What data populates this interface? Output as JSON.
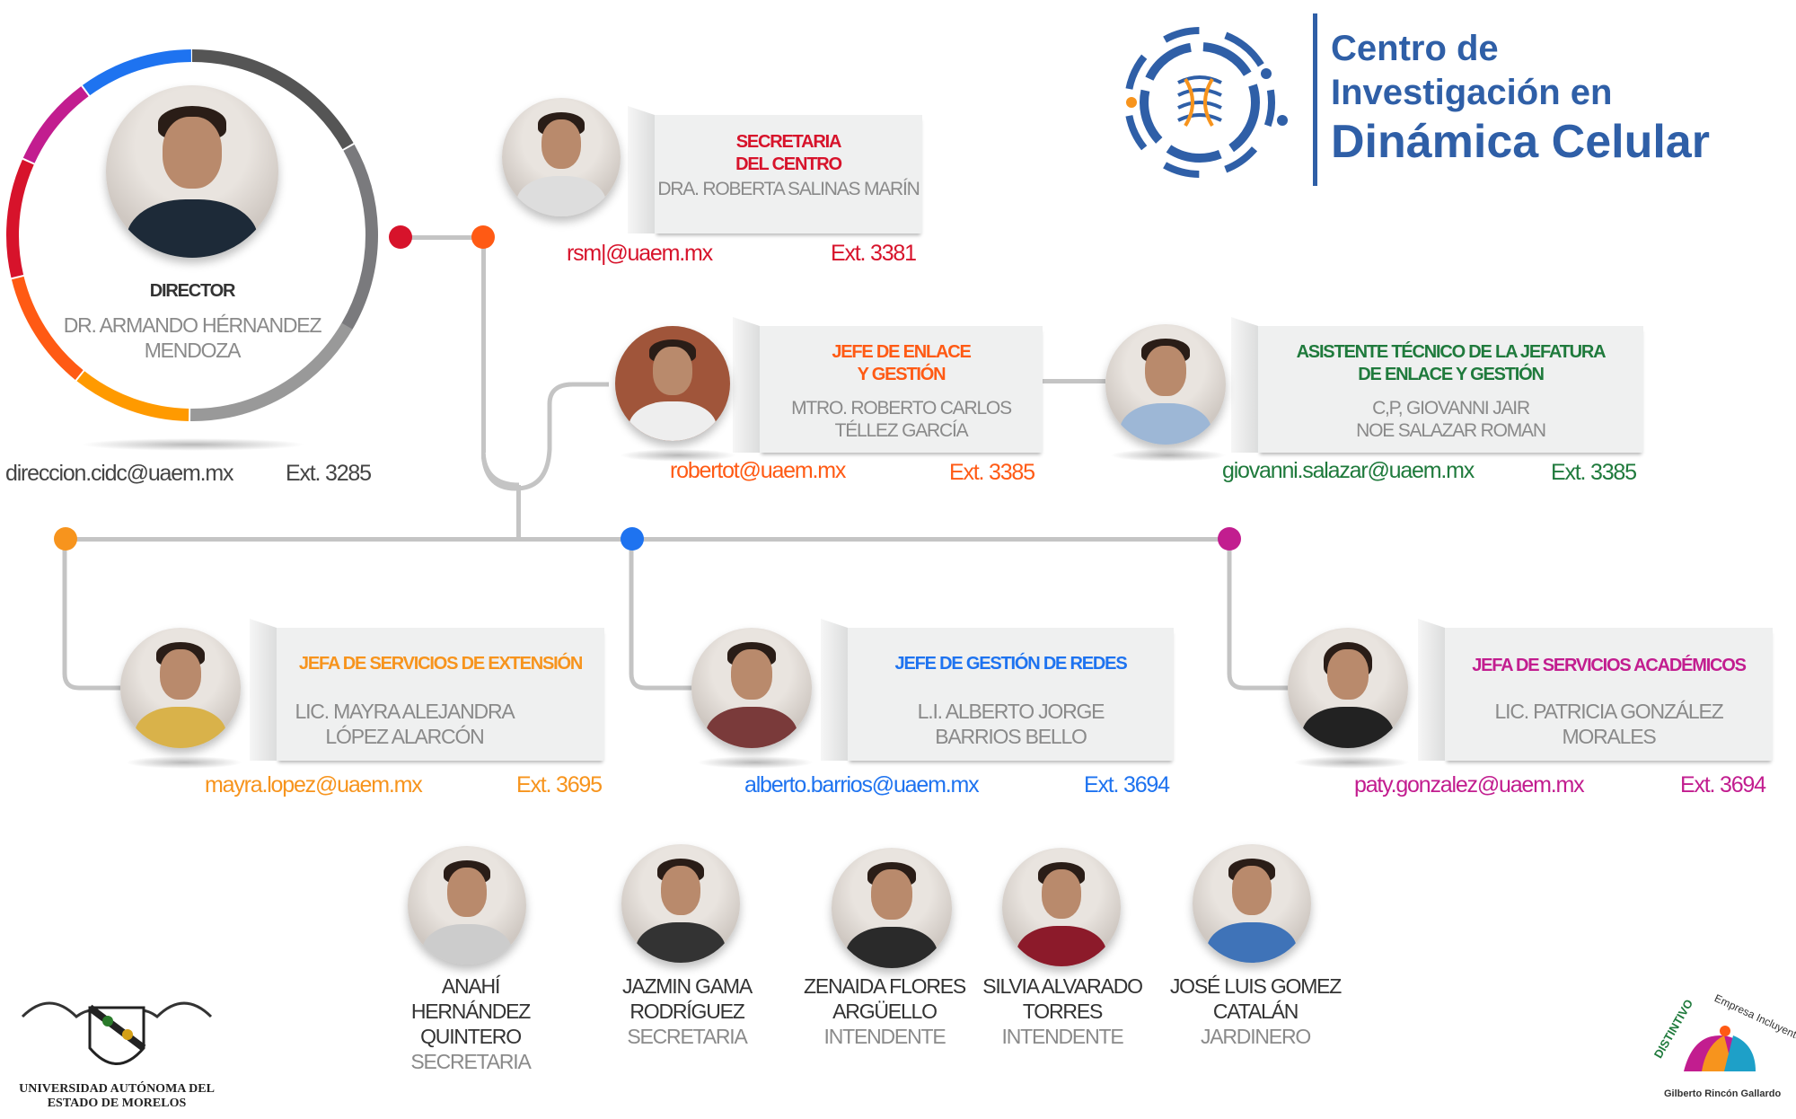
{
  "header": {
    "title_lines": [
      "Centro de",
      "Investigación en",
      "Dinámica Celular"
    ]
  },
  "colors": {
    "red": "#d7132b",
    "orange": "#ff5a14",
    "amber": "#f7941d",
    "blue": "#1e73f0",
    "magenta": "#c21d8f",
    "green": "#1f7a3c",
    "navy": "#2f5fa7"
  },
  "director": {
    "role": "DIRECTOR",
    "name_lines": [
      "DR. ARMANDO HÉRNANDEZ",
      "MENDOZA"
    ],
    "email": "direccion.cidc@uaem.mx",
    "ext": "Ext. 3285"
  },
  "secretaria": {
    "role_lines": [
      "SECRETARIA",
      "DEL CENTRO"
    ],
    "name": "DRA. ROBERTA SALINAS MARÍN",
    "email": "rsm|@uaem.mx",
    "ext": "Ext. 3381"
  },
  "enlace": {
    "role_lines": [
      "JEFE DE ENLACE",
      "Y GESTIÓN"
    ],
    "name_lines": [
      "MTRO. ROBERTO CARLOS",
      "TÉLLEZ GARCÍA"
    ],
    "email": "robertot@uaem.mx",
    "ext": "Ext. 3385"
  },
  "asistente": {
    "role_lines": [
      "ASISTENTE TÉCNICO DE LA  JEFATURA",
      "DE ENLACE Y GESTIÓN"
    ],
    "name_lines": [
      "C,P, GIOVANNI JAIR",
      "NOE SALAZAR ROMAN"
    ],
    "email": "giovanni.salazar@uaem.mx",
    "ext": "Ext. 3385"
  },
  "extension": {
    "role": "JEFA DE SERVICIOS DE EXTENSIÓN",
    "name_lines": [
      "LIC. MAYRA ALEJANDRA",
      "LÓPEZ ALARCÓN"
    ],
    "email": "mayra.lopez@uaem.mx",
    "ext": "Ext. 3695"
  },
  "redes": {
    "role": "JEFE DE GESTIÓN DE REDES",
    "name_lines": [
      "L.I. ALBERTO JORGE",
      "BARRIOS BELLO"
    ],
    "email": "alberto.barrios@uaem.mx",
    "ext": "Ext. 3694"
  },
  "academicos": {
    "role": "JEFA DE SERVICIOS ACADÉMICOS",
    "name_lines": [
      "LIC. PATRICIA GONZÁLEZ",
      "MORALES"
    ],
    "email": "paty.gonzalez@uaem.mx",
    "ext": "Ext. 3694"
  },
  "staff": [
    {
      "name_lines": [
        "ANAHÍ HERNÁNDEZ",
        "QUINTERO"
      ],
      "role": "SECRETARIA"
    },
    {
      "name_lines": [
        "JAZMIN GAMA",
        "RODRÍGUEZ"
      ],
      "role": "SECRETARIA"
    },
    {
      "name_lines": [
        "ZENAIDA FLORES",
        "ARGÜELLO"
      ],
      "role": "INTENDENTE"
    },
    {
      "name_lines": [
        "SILVIA ALVARADO",
        "TORRES"
      ],
      "role": "INTENDENTE"
    },
    {
      "name_lines": [
        "JOSÉ LUIS GOMEZ",
        "CATALÁN"
      ],
      "role": "JARDINERO"
    }
  ],
  "footer": {
    "university_lines": [
      "UNIVERSIDAD AUTÓNOMA DEL",
      "ESTADO DE MORELOS"
    ],
    "badge_lines": [
      "DISTINTIVO",
      "Empresa Incluyente",
      "Gilberto Rincón Gallardo"
    ]
  }
}
